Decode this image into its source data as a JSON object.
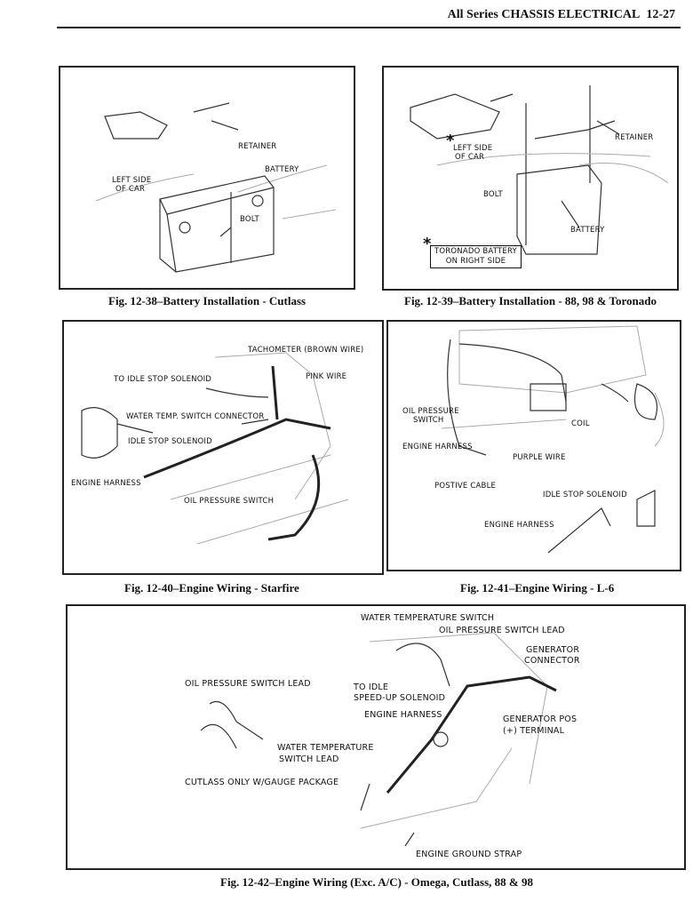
{
  "header": {
    "section": "All Series CHASSIS ELECTRICAL",
    "page": "12-27"
  },
  "figures": [
    {
      "caption": "Fig. 12-38–Battery Installation - Cutlass",
      "labels": [
        "RETAINER",
        "BATTERY",
        "LEFT SIDE",
        "OF CAR",
        "BOLT"
      ]
    },
    {
      "caption": "Fig. 12-39–Battery Installation - 88, 98 & Toronado",
      "labels": [
        "RETAINER",
        "LEFT SIDE",
        "OF CAR",
        "BOLT",
        "BATTERY",
        "TORONADO BATTERY",
        "ON RIGHT SIDE"
      ],
      "asterisk": "*"
    },
    {
      "caption": "Fig. 12-40–Engine Wiring - Starfire",
      "labels": [
        "TACHOMETER (BROWN WIRE)",
        "PINK WIRE",
        "TO IDLE STOP SOLENOID",
        "WATER TEMP. SWITCH CONNECTOR",
        "IDLE STOP SOLENOID",
        "ENGINE HARNESS",
        "OIL PRESSURE SWITCH"
      ]
    },
    {
      "caption": "Fig. 12-41–Engine Wiring - L-6",
      "labels": [
        "OIL PRESSURE",
        "SWITCH",
        "COIL",
        "ENGINE HARNESS",
        "PURPLE WIRE",
        "POSTIVE CABLE",
        "IDLE STOP SOLENOID",
        "ENGINE HARNESS"
      ]
    },
    {
      "caption": "Fig. 12-42–Engine Wiring (Exc. A/C) - Omega, Cutlass, 88 & 98",
      "labels": [
        "WATER TEMPERATURE SWITCH",
        "OIL PRESSURE SWITCH LEAD",
        "GENERATOR",
        "CONNECTOR",
        "OIL PRESSURE SWITCH LEAD",
        "TO IDLE",
        "SPEED-UP SOLENOID",
        "ENGINE HARNESS",
        "GENERATOR POS",
        "(+) TERMINAL",
        "WATER TEMPERATURE",
        "SWITCH LEAD",
        "CUTLASS ONLY W/GAUGE PACKAGE",
        "ENGINE GROUND STRAP"
      ]
    }
  ]
}
